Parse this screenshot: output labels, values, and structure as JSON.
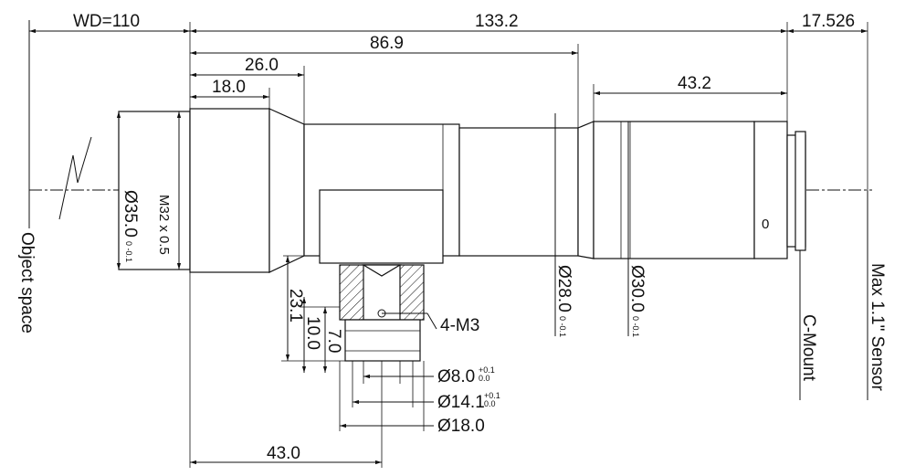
{
  "drawing": {
    "top_dims": {
      "wd": "WD=110",
      "overall": "133.2",
      "sensor_offset": "17.526",
      "body_length": "86.9",
      "front_26": "26.0",
      "front_18": "18.0",
      "rear_43": "43.2"
    },
    "bottom_dim": "43.0",
    "labels": {
      "object_space": "Object space",
      "thread": "M32 x 0.5",
      "diam35": "Ø35.0",
      "diam35_tol": "0 -0.1",
      "diam28": "Ø28.0",
      "diam28_tol": "0 -0.1",
      "diam30": "Ø30.0",
      "diam30_tol": "0 -0.1",
      "c_mount": "C-Mount",
      "sensor": "Max 1.1\" Sensor",
      "screws": "4-M3",
      "h23": "23.1",
      "h10": "10.0",
      "h7": "7.0",
      "bore8": "Ø8.0",
      "bore8_tol_up": "+0.1",
      "bore8_tol_low": "0.0",
      "bore14": "Ø14.1",
      "bore14_tol_up": "+0.1",
      "bore14_tol_low": "0.0",
      "bore18": "Ø18.0",
      "ring_mark": "0"
    }
  }
}
